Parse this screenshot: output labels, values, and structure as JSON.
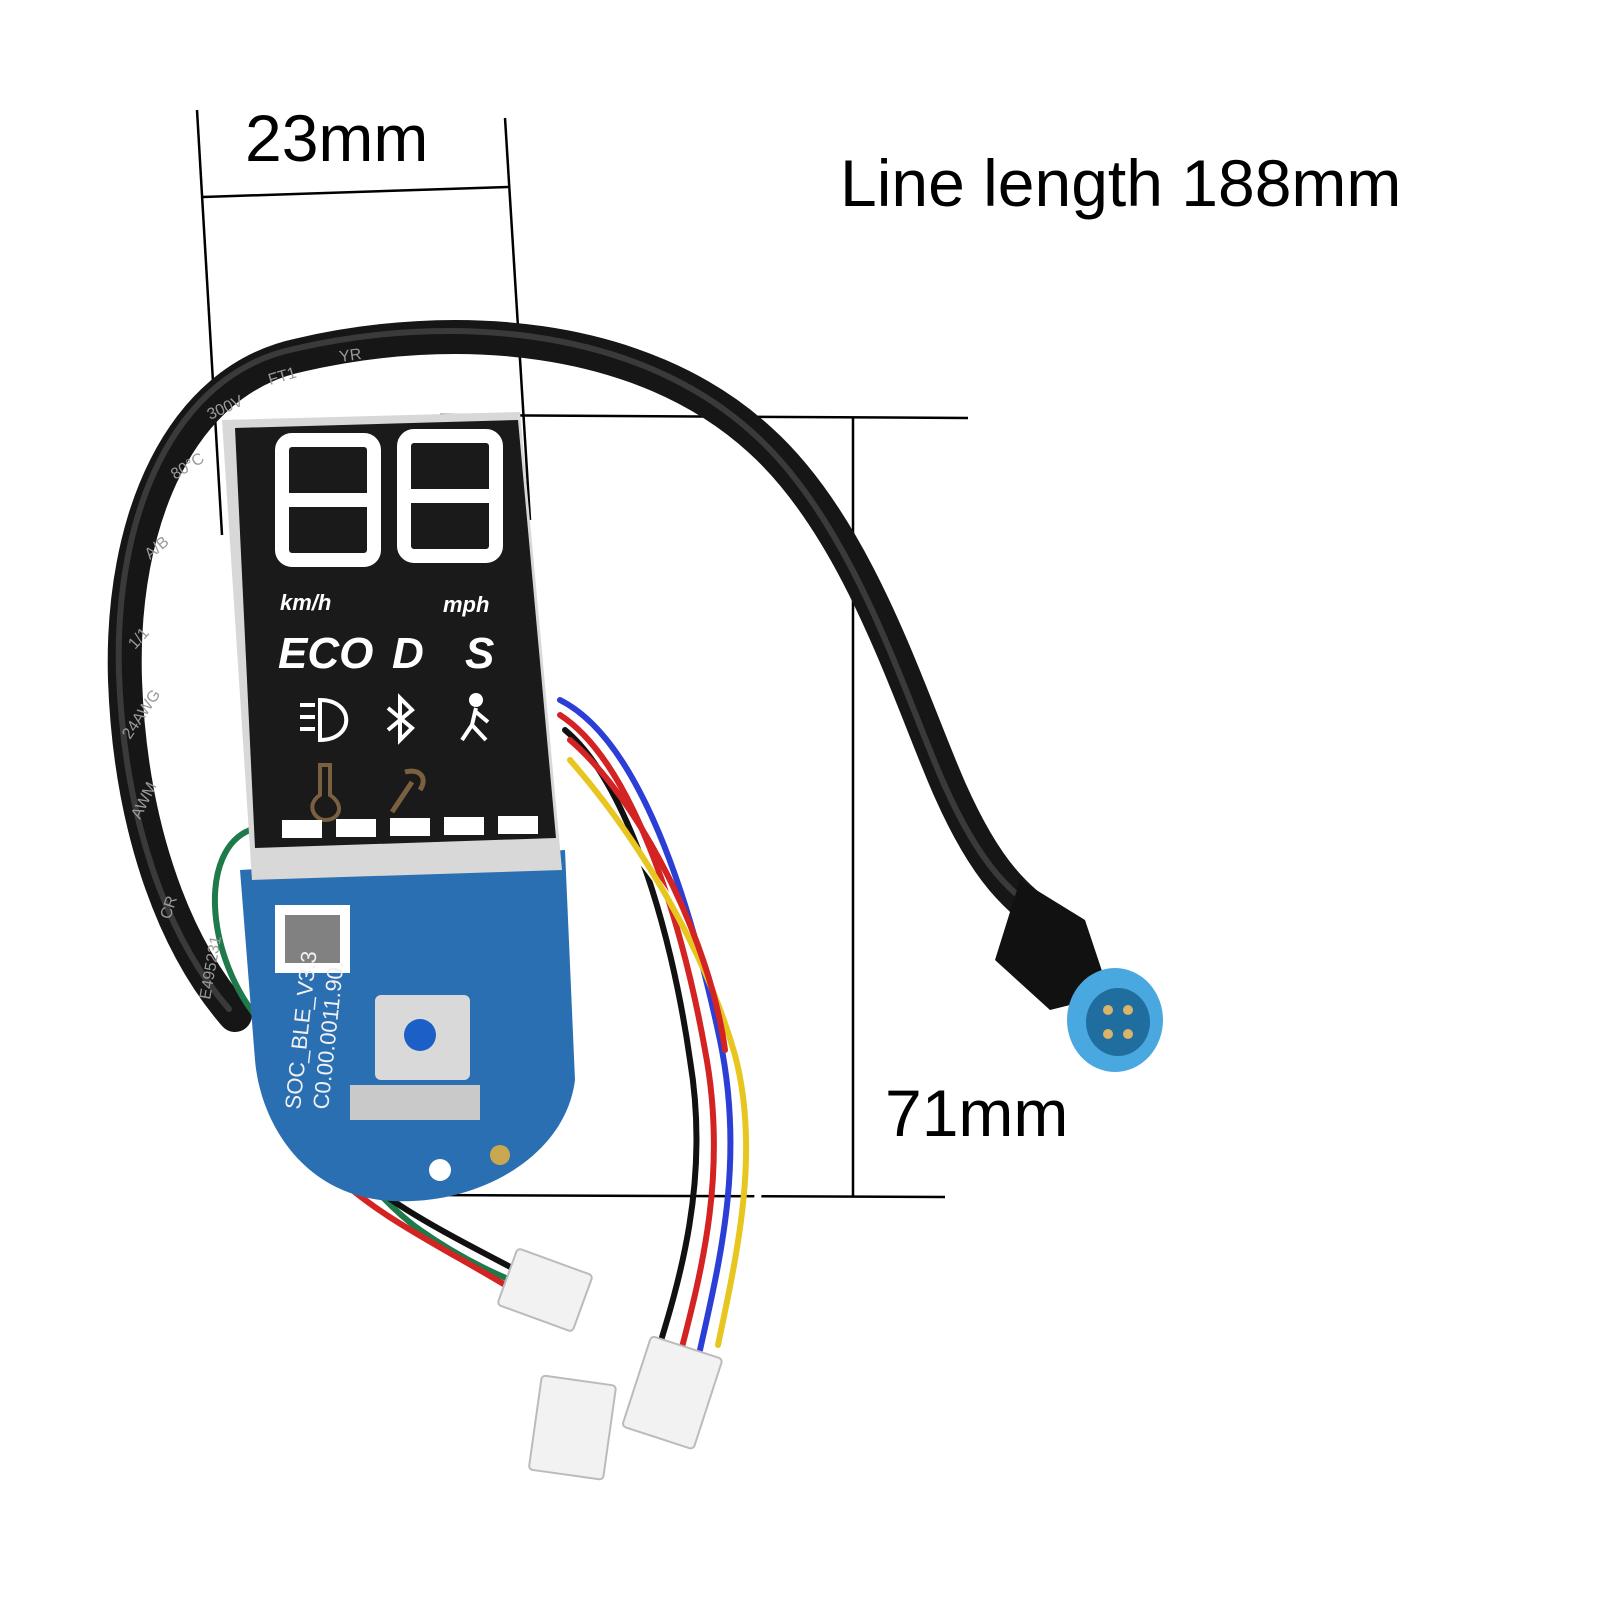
{
  "annotations": {
    "width_label": "23mm",
    "line_length_label": "Line length 188mm",
    "height_label": "71mm"
  },
  "display": {
    "digits": "88",
    "unit_left": "km/h",
    "unit_right": "mph",
    "mode_eco": "ECO",
    "mode_d": "D",
    "mode_s": "S",
    "battery_segments": 5
  },
  "cable_print": [
    "E495231",
    "CR",
    "AWM",
    "24AWG",
    "1/1",
    "A/B",
    "80°C",
    "300V",
    "FT1",
    "YR"
  ],
  "pcb": {
    "board_text_1": "SOC_BLE_V3.3",
    "board_text_2": "C0.00.0011.90."
  },
  "colors": {
    "panel": "#1a1a1a",
    "segment": "#ffffff",
    "pcb": "#2b6fb3",
    "connector": "#4aa8e0",
    "cable": "#1c1c1c"
  }
}
